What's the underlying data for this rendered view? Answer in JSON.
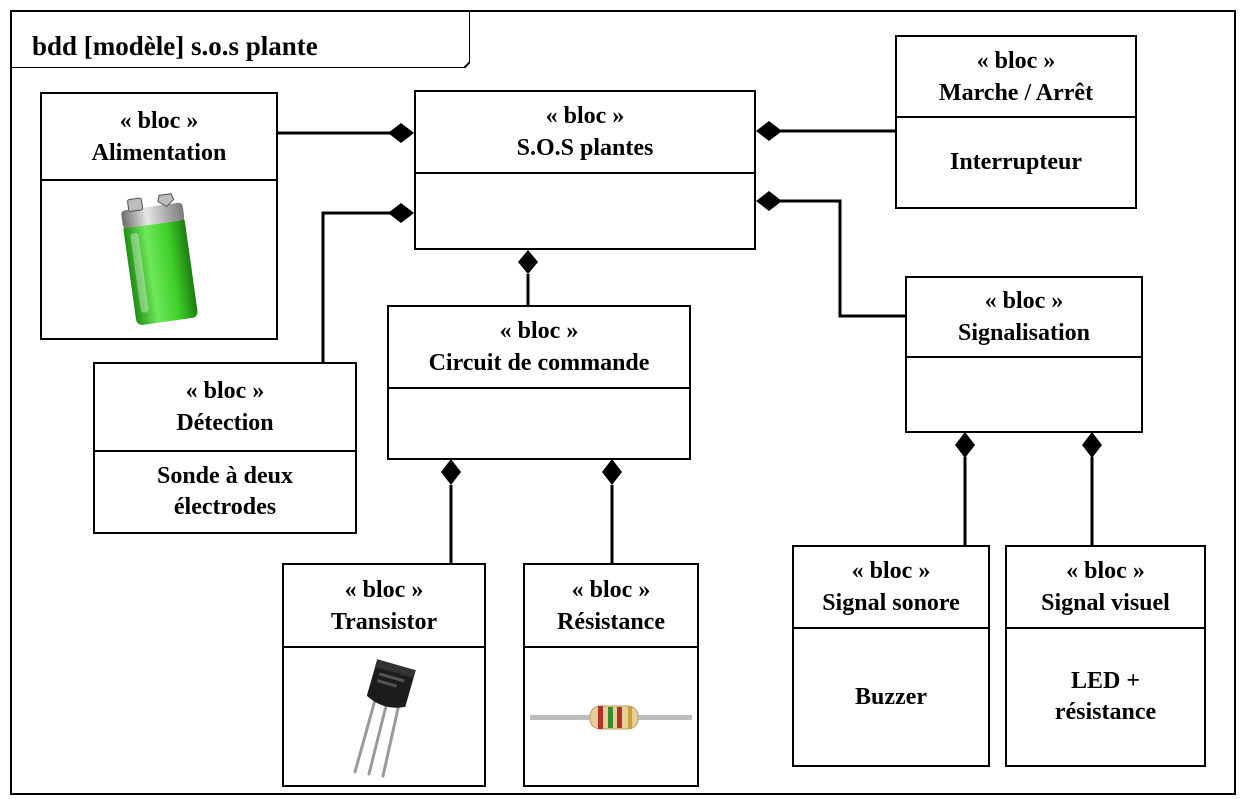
{
  "diagram": {
    "title": "bdd [modèle] s.o.s plante",
    "stereotype": "« bloc »",
    "blocks": {
      "sos": {
        "name": "S.O.S plantes",
        "body": ""
      },
      "alimentation": {
        "name": "Alimentation",
        "body": ""
      },
      "marche": {
        "name": "Marche / Arrêt",
        "body": "Interrupteur"
      },
      "detection": {
        "name": "Détection",
        "body_line1": "Sonde à deux",
        "body_line2": "électrodes"
      },
      "circuit": {
        "name": "Circuit de commande",
        "body": ""
      },
      "signalisation": {
        "name": "Signalisation",
        "body": ""
      },
      "transistor": {
        "name": "Transistor",
        "body": ""
      },
      "resistance": {
        "name": "Résistance",
        "body": ""
      },
      "sonore": {
        "name": "Signal sonore",
        "body": "Buzzer"
      },
      "visuel": {
        "name": "Signal visuel",
        "body_line1": "LED +",
        "body_line2": "résistance"
      }
    },
    "images": {
      "battery": "green-9v-battery",
      "transistor": "to92-transistor",
      "resistor": "resistor-component"
    },
    "colors": {
      "line": "#000000",
      "battery_green": "#3fcf2a",
      "battery_cap": "#9a9a9a"
    }
  }
}
